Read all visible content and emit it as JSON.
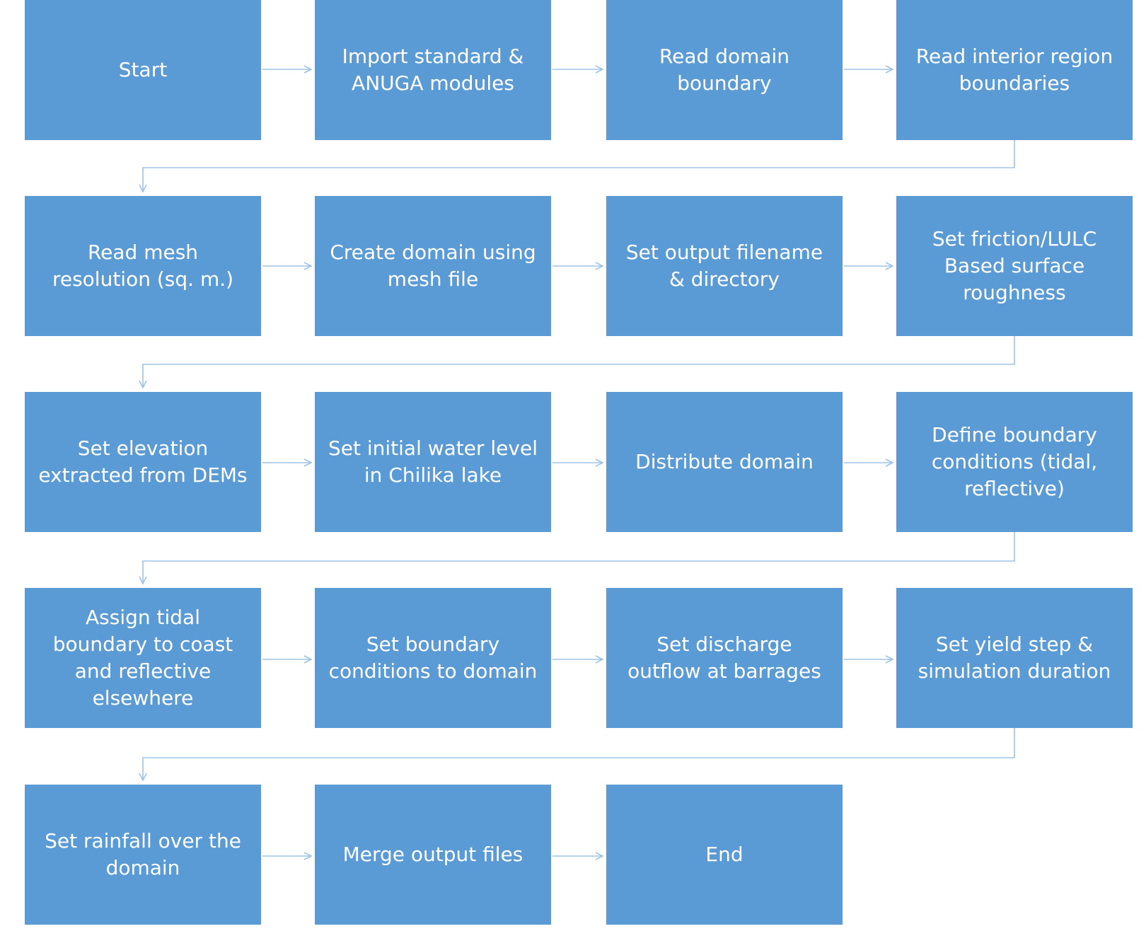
{
  "flowchart": {
    "colors": {
      "box_fill": "#5b9bd5",
      "box_text": "#ffffff",
      "connector": "#9dc3e6"
    },
    "steps": [
      {
        "label": "Start"
      },
      {
        "label": "Import standard &\nANUGA modules"
      },
      {
        "label": "Read domain\nboundary"
      },
      {
        "label": "Read interior region\nboundaries"
      },
      {
        "label": "Read mesh\nresolution (sq. m.)"
      },
      {
        "label": "Create domain using\nmesh file"
      },
      {
        "label": "Set output filename\n& directory"
      },
      {
        "label": "Set friction/LULC\nBased surface\nroughness"
      },
      {
        "label": "Set elevation\nextracted from DEMs"
      },
      {
        "label": "Set initial water level\nin Chilika lake"
      },
      {
        "label": "Distribute domain"
      },
      {
        "label": "Define boundary\nconditions (tidal,\nreflective)"
      },
      {
        "label": "Assign tidal\nboundary to coast\nand reflective\nelsewhere"
      },
      {
        "label": "Set boundary\nconditions to domain"
      },
      {
        "label": "Set discharge\noutflow at barrages"
      },
      {
        "label": "Set yield step &\nsimulation duration"
      },
      {
        "label": "Set rainfall over the\ndomain"
      },
      {
        "label": "Merge output files"
      },
      {
        "label": "End"
      }
    ]
  }
}
